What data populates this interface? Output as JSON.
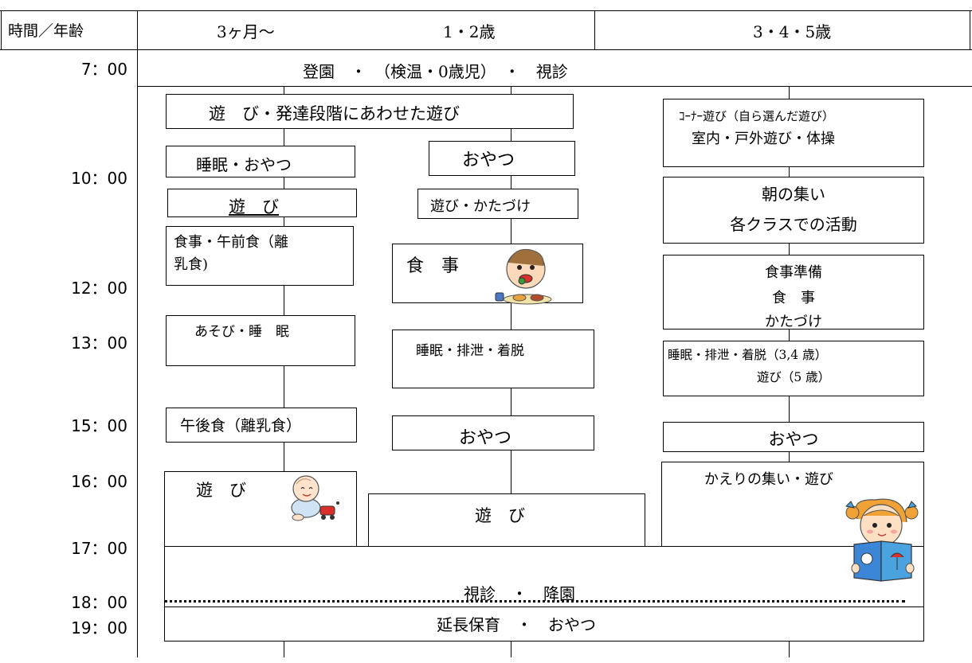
{
  "header": {
    "col_time_age": "時間／年齢",
    "col_3months": "3ヶ月～",
    "col_1_2": "1・2歳",
    "col_345": "3・4・5歳"
  },
  "times": [
    "7：00",
    "10：00",
    "12：00",
    "13：00",
    "15：00",
    "16：00",
    "17：00",
    "18：00",
    "19：00"
  ],
  "arrival": "登園　・　（検温・0歳児）　・　視診",
  "infant": {
    "play_dev": "遊　び・発達段階にあわせた遊び",
    "sleep_snack": "睡眠・おやつ",
    "play": "遊　び",
    "meal_line1": "食事・午前食（離",
    "meal_line2": "乳食)",
    "play_sleep": "あそび・睡　眠",
    "afternoon_meal": "午後食（離乳食）",
    "play2": "遊　び"
  },
  "toddler": {
    "snack": "おやつ",
    "play_tidy": "遊び・かたづけ",
    "meal": "食　事",
    "sleep": "睡眠・排泄・着脱",
    "snack2": "おやつ",
    "play": "遊　び"
  },
  "older": {
    "corner_line1": "ｺｰﾅｰ遊び（自ら選んだ遊び）",
    "corner_line2": "室内・戸外遊び・体操",
    "morning_line1": "朝の集い",
    "morning_line2": "各クラスでの活動",
    "meal_line1": "食事準備",
    "meal_line2": "食　事",
    "meal_line3": "かたづけ",
    "sleep_line1": "睡眠・排泄・着脱（3,4 歳）",
    "sleep_line2": "遊び（5 歳）",
    "snack": "おやつ",
    "return": "かえりの集い・遊び"
  },
  "departure": "視診　・　降園",
  "extended": "延長保育　・　おやつ"
}
